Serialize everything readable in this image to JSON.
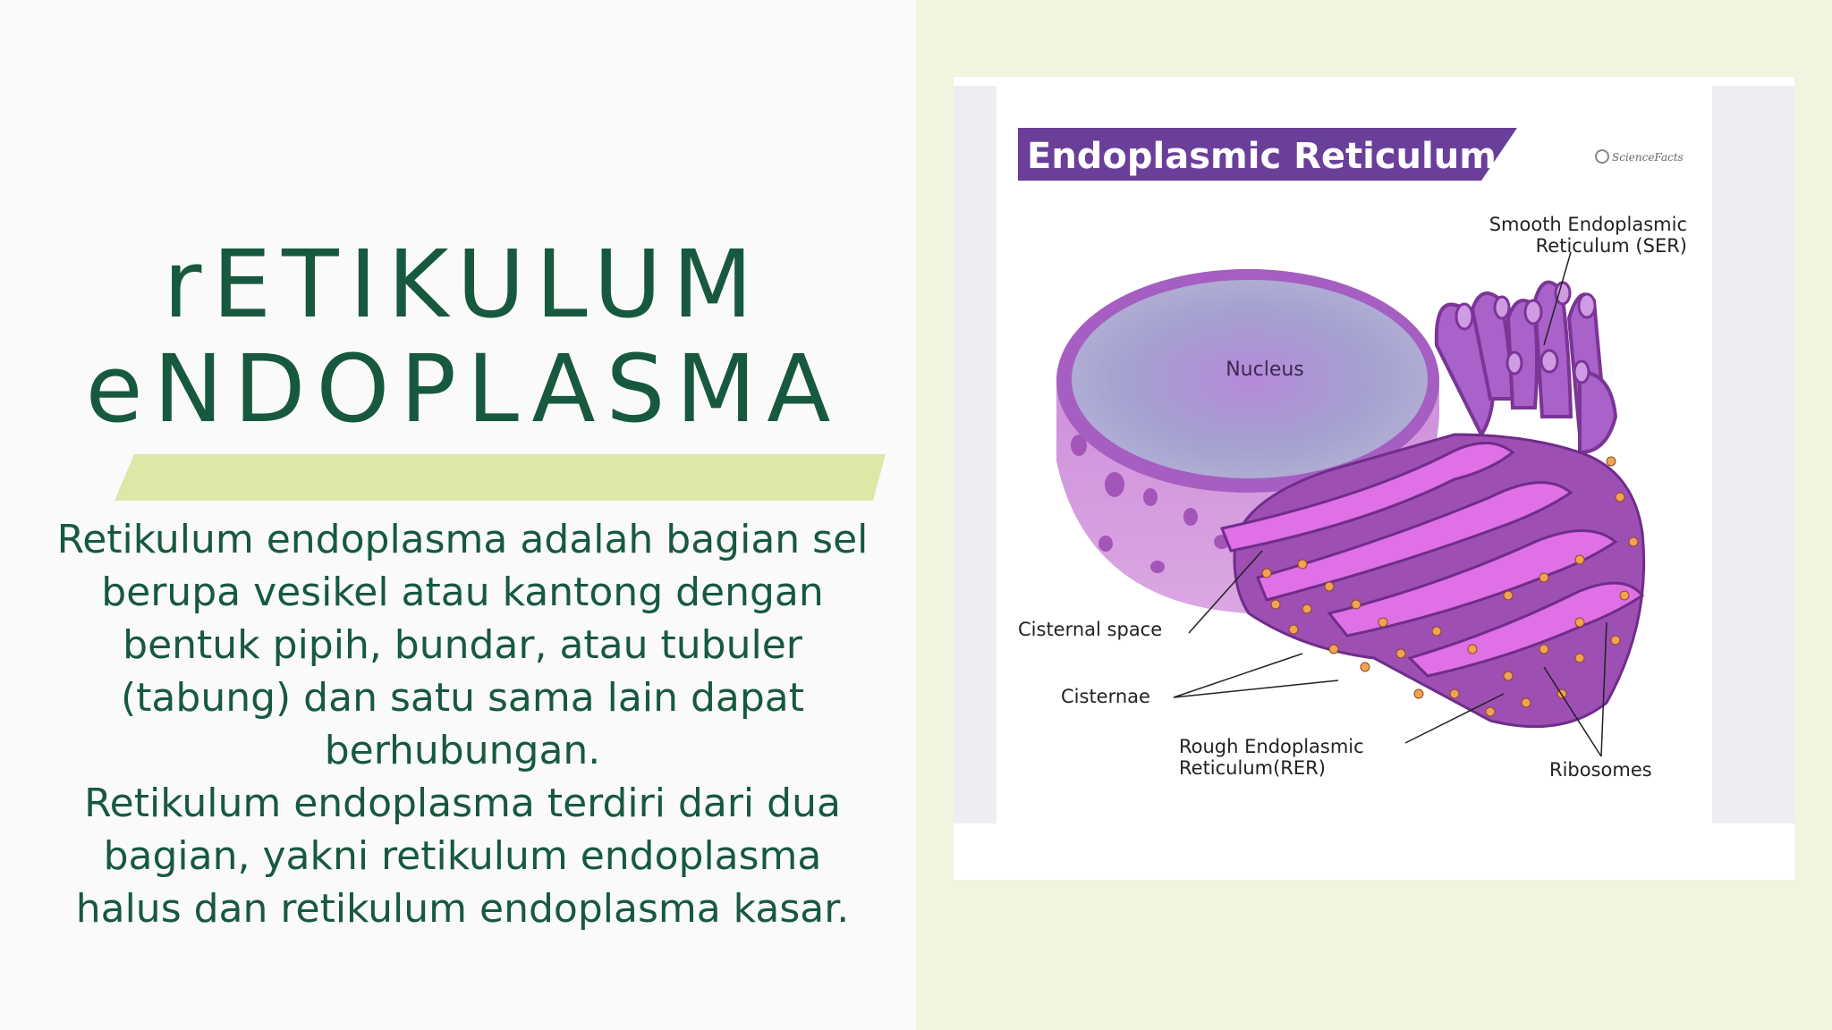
{
  "slide": {
    "title_line1": "rETIKULUM",
    "title_line2": "eNDOPLASMA",
    "paragraph1": "Retikulum endoplasma adalah bagian sel berupa vesikel atau kantong dengan bentuk pipih, bundar, atau tubuler (tabung) dan satu sama lain dapat berhubungan.",
    "paragraph2": "Retikulum endoplasma terdiri dari dua bagian, yakni retikulum endoplasma halus dan retikulum endoplasma kasar."
  },
  "figure": {
    "banner_title": "Endoplasmic Reticulum",
    "logo_text": "ScienceFacts",
    "labels": {
      "nucleus": "Nucleus",
      "ser_line1": "Smooth Endoplasmic",
      "ser_line2": "Reticulum (SER)",
      "cisternal_space": "Cisternal space",
      "cisternae": "Cisternae",
      "rer_line1": "Rough Endoplasmic",
      "rer_line2": "Reticulum(RER)",
      "ribosomes": "Ribosomes"
    }
  },
  "colors": {
    "title_green": "#17593f",
    "accent_lime": "#dde7a8",
    "right_background": "#f1f5df",
    "banner_purple": "#6a3f9a"
  }
}
